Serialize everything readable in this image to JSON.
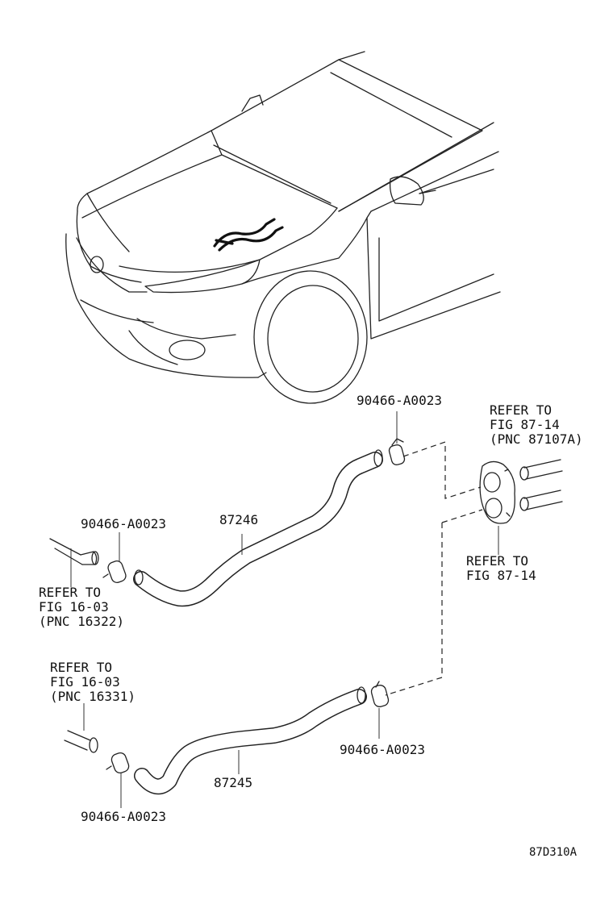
{
  "parts": {
    "hose_upper": "87246",
    "hose_lower": "87245",
    "clamp_top": "90466-A0023",
    "clamp_left_upper": "90466-A0023",
    "clamp_right_lower": "90466-A0023",
    "clamp_left_lower": "90466-A0023"
  },
  "refs": {
    "fig87_pnc": [
      "REFER TO",
      "FIG 87-14",
      "(PNC 87107A)"
    ],
    "fig87": [
      "REFER TO",
      "FIG 87-14"
    ],
    "fig16_upper": [
      "REFER TO",
      "FIG 16-03",
      "(PNC 16322)"
    ],
    "fig16_lower": [
      "REFER TO",
      "FIG 16-03",
      "(PNC 16331)"
    ]
  },
  "diagram_code": "87D310A"
}
